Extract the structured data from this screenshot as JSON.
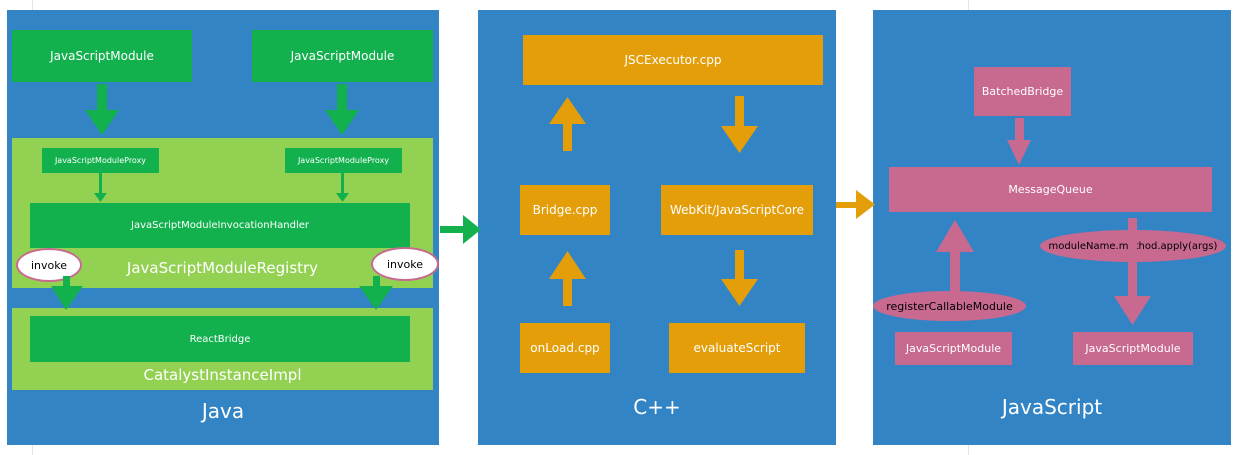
{
  "colors": {
    "panel_blue": "#3384c5",
    "green_dark": "#12b14e",
    "green_light": "#93d152",
    "orange": "#e39e09",
    "pink": "#c8698f"
  },
  "java": {
    "title": "Java",
    "module_left": "JavaScriptModule",
    "module_right": "JavaScriptModule",
    "proxy_left": "JavaScriptModuleProxy",
    "proxy_right": "JavaScriptModuleProxy",
    "handler": "JavaScriptModuleInvocationHandler",
    "registry": "JavaScriptModuleRegistry",
    "invoke_left": "invoke",
    "invoke_right": "invoke",
    "react_bridge": "ReactBridge",
    "catalyst": "CatalystInstanceImpl"
  },
  "cpp": {
    "title": "C++",
    "jsc_executor": "JSCExecutor.cpp",
    "bridge": "Bridge.cpp",
    "webkit": "WebKit/JavaScriptCore",
    "onload": "onLoad.cpp",
    "evaluate": "evaluateScript"
  },
  "js": {
    "title": "JavaScript",
    "batched_bridge": "BatchedBridge",
    "message_queue": "MessageQueue",
    "apply_label": "moduleName.method.apply(args)",
    "register_label": "registerCallableModule",
    "module_left": "JavaScriptModule",
    "module_right": "JavaScriptModule"
  }
}
